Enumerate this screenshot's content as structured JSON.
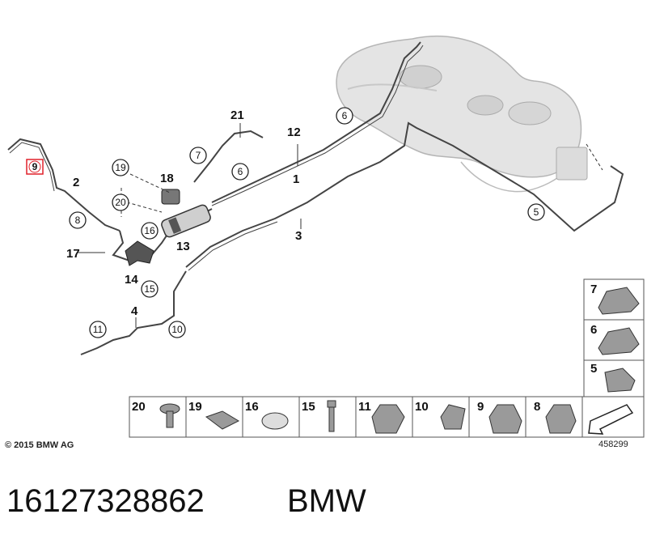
{
  "copyright": "© 2015 BMW AG",
  "diagram_id": "458299",
  "part_number": "16127328862",
  "brand": "BMW",
  "callouts": {
    "c1": "1",
    "c2": "2",
    "c3": "3",
    "c4": "4",
    "c12": "12",
    "c13": "13",
    "c14": "14",
    "c17": "17",
    "c18": "18",
    "c21": "21",
    "circ5": "5",
    "circ6a": "6",
    "circ6b": "6",
    "circ7": "7",
    "circ8": "8",
    "circ9": "9",
    "circ10": "10",
    "circ11": "11",
    "circ15": "15",
    "circ16": "16",
    "circ19": "19",
    "circ20": "20"
  },
  "legend_bottom": [
    "20",
    "19",
    "16",
    "15",
    "11",
    "10",
    "9",
    "8"
  ],
  "legend_side": [
    "7",
    "6",
    "5"
  ],
  "colors": {
    "highlight": "#e0202a",
    "line": "#333333",
    "tank": "#d9d9d9",
    "border": "#555555"
  }
}
